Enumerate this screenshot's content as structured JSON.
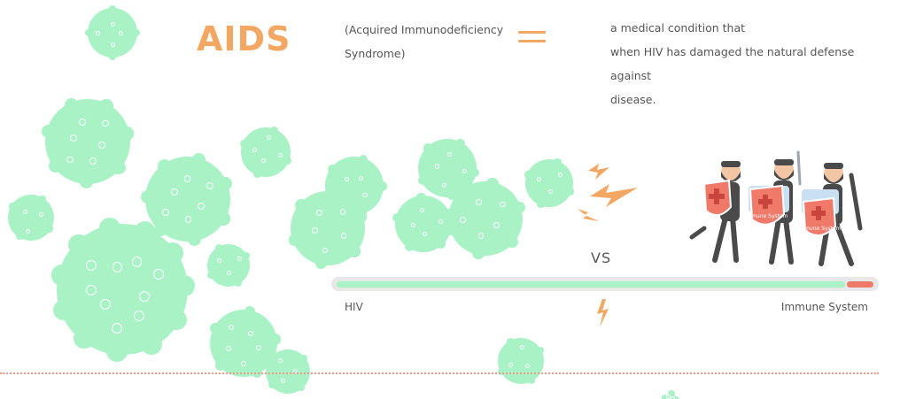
{
  "title": "AIDS",
  "acronym_lines": [
    "(Acquired Immunodeficiency",
    "Syndrome)"
  ],
  "definition_lines": [
    "a medical condition that",
    "when HIV has damaged the natural defense against",
    "disease."
  ],
  "vs_label": "VS",
  "bar": {
    "left_label": "HIV",
    "right_label": "Immune System",
    "hiv_share": 0.95,
    "immune_share": 0.05
  },
  "shield_text": "Immune System",
  "colors": {
    "virus": "#a8f2c6",
    "accent_orange": "#f2a762",
    "immune_red": "#f07a6a",
    "text": "#555555"
  },
  "icons": [
    "virus-cell-icon",
    "lightning-bolt-icon",
    "immune-soldier-icon",
    "shield-cross-icon"
  ]
}
